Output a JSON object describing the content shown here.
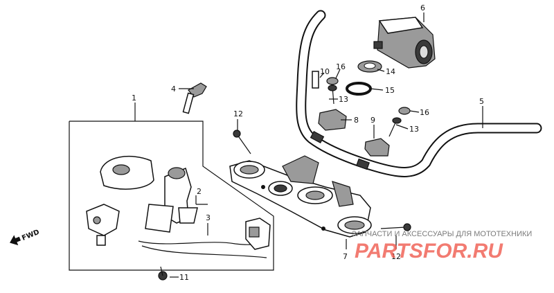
{
  "diagram": {
    "labels": {
      "p1": "1",
      "p2": "2",
      "p3": "3",
      "p4": "4",
      "p5": "5",
      "p6": "6",
      "p7": "7",
      "p8": "8",
      "p9": "9",
      "p10": "10",
      "p11": "11",
      "p12a": "12",
      "p12b": "12",
      "p13a": "13",
      "p13b": "13",
      "p14": "14",
      "p15": "15",
      "p16a": "16",
      "p16b": "16"
    },
    "forward_label": "FWD"
  },
  "watermark": {
    "tagline": "ЗАПЧАСТИ И АКСЕССУАРЫ ДЛЯ МОТОТЕХНИКИ",
    "brand": "PARTSFOR.RU"
  },
  "colors": {
    "line": "#111111",
    "brand": "#ef5a4e",
    "background": "#ffffff"
  }
}
